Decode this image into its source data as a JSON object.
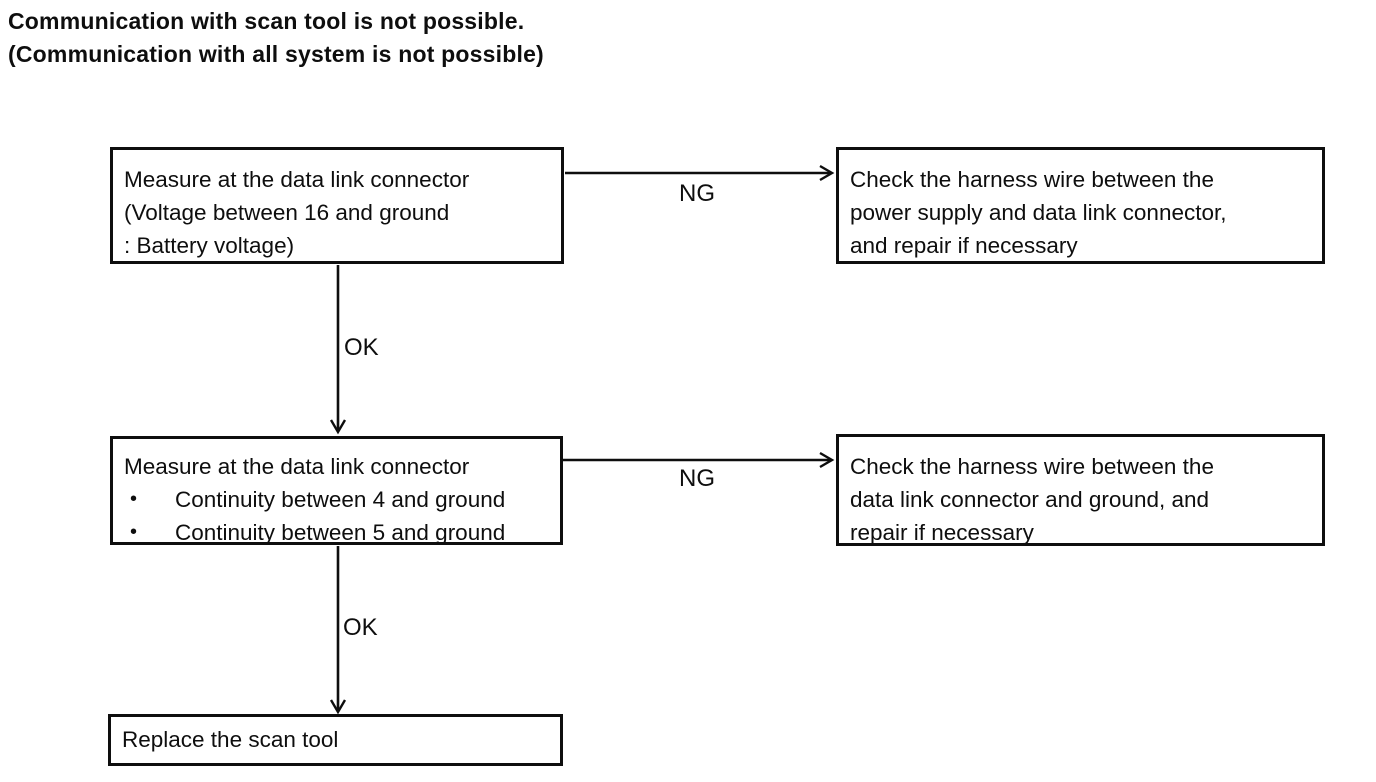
{
  "title": {
    "line1": "Communication with scan tool is not possible.",
    "line2": "(Communication with all system is not possible)"
  },
  "bullet_glyph": "•",
  "nodes": {
    "measure_voltage": {
      "line1": "Measure at the data link connector",
      "line2": "(Voltage between 16 and ground",
      "line3": ": Battery voltage)"
    },
    "check_power_harness": {
      "line1": "Check the harness wire between the",
      "line2": "power supply and data link connector,",
      "line3": "and repair if necessary"
    },
    "measure_continuity": {
      "line1": "Measure at the data link connector",
      "bullet1": "Continuity between 4 and ground",
      "bullet2": "Continuity between 5 and ground"
    },
    "check_ground_harness": {
      "line1": "Check the harness wire between the",
      "line2": "data link connector and ground, and",
      "line3": "repair if necessary"
    },
    "replace_scan_tool": {
      "line1": "Replace the scan tool"
    }
  },
  "edge_labels": {
    "ng_top": "NG",
    "ok_top": "OK",
    "ng_middle": "NG",
    "ok_middle": "OK"
  },
  "colors": {
    "ink": "#0e0e0e",
    "background": "#ffffff"
  }
}
